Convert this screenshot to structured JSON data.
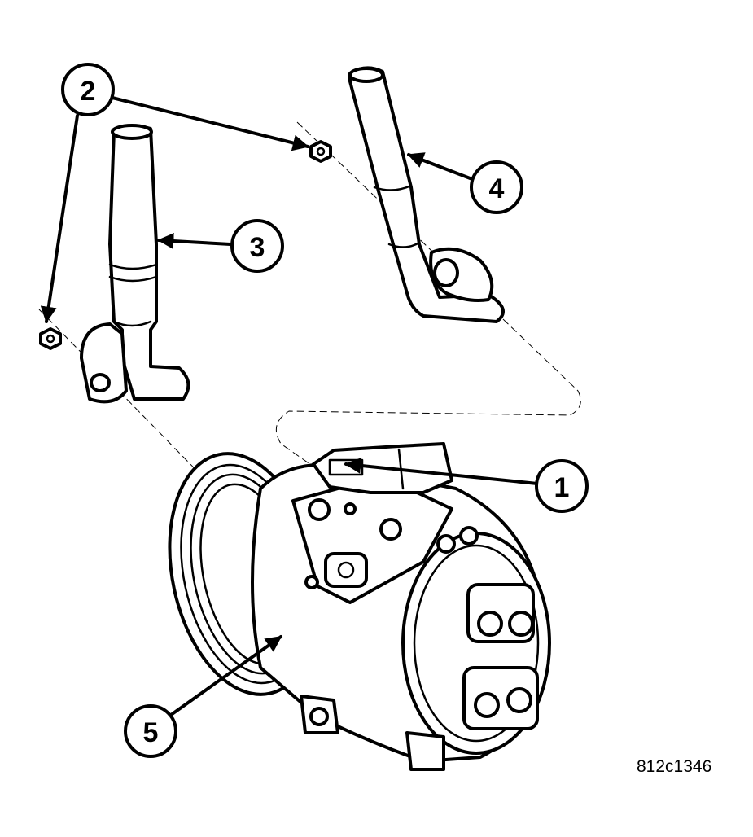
{
  "figure_id": "812c1346",
  "callouts": [
    {
      "id": "1",
      "label": "1"
    },
    {
      "id": "2",
      "label": "2"
    },
    {
      "id": "3",
      "label": "3"
    },
    {
      "id": "4",
      "label": "4"
    },
    {
      "id": "5",
      "label": "5"
    }
  ],
  "parts": [
    "connector",
    "nut",
    "hose",
    "hose",
    "compressor"
  ]
}
